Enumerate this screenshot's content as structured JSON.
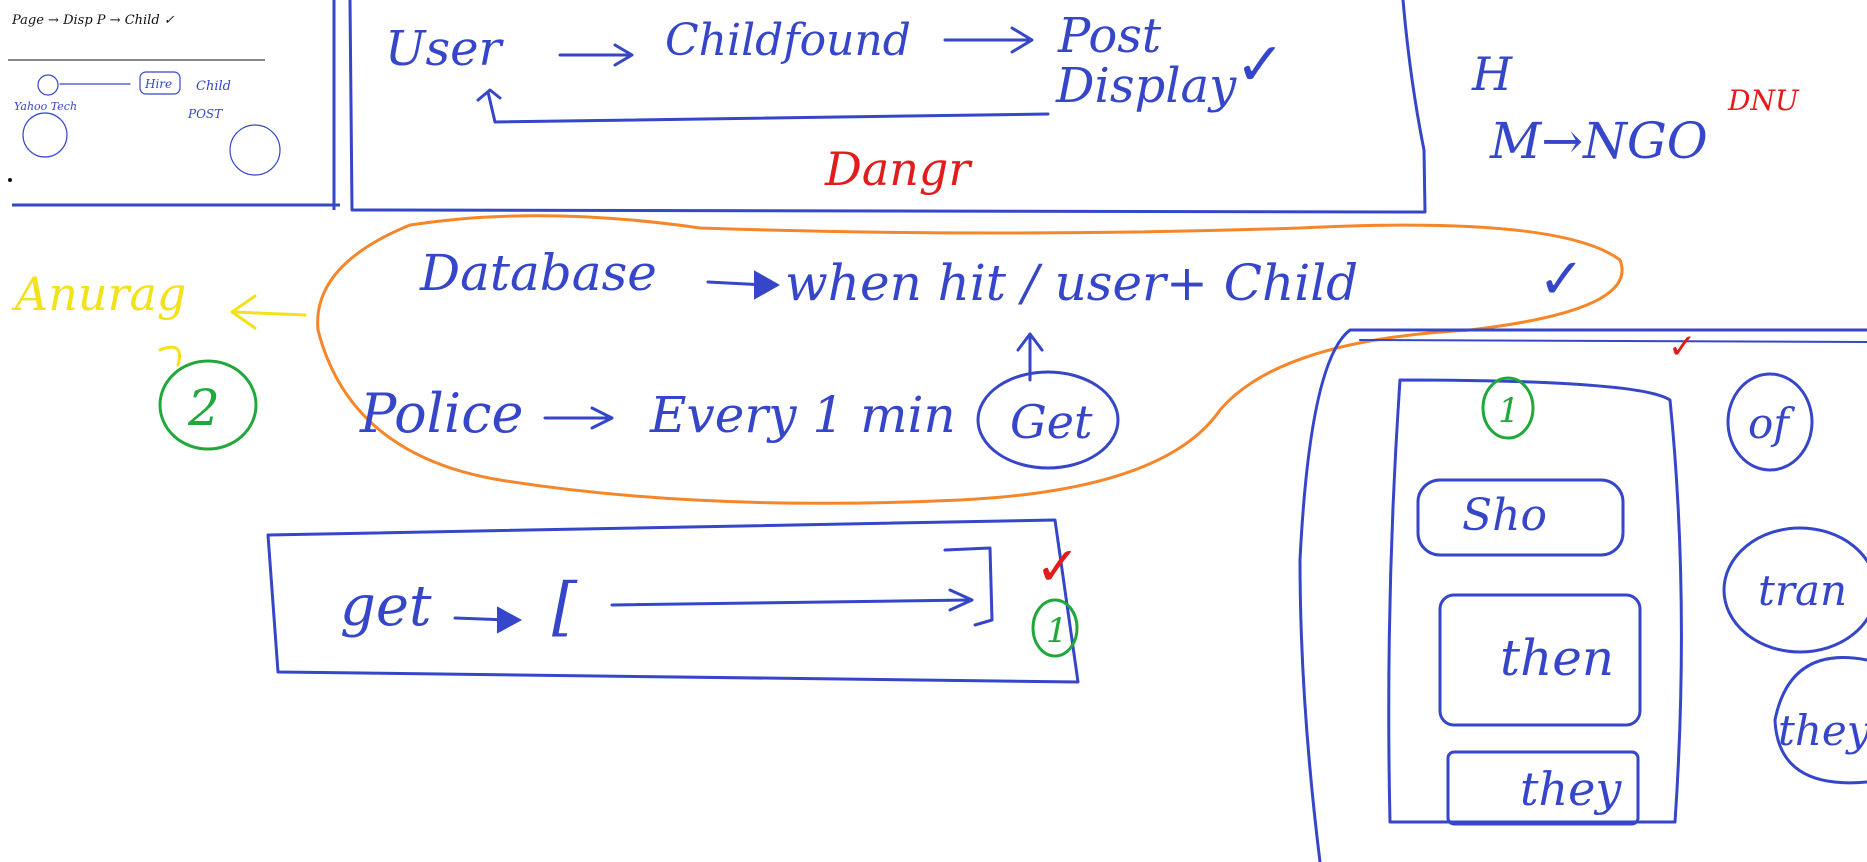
{
  "colors": {
    "blue": "#3546c8",
    "red": "#e21c1c",
    "orange": "#f5862a",
    "green": "#21a83a",
    "yellow": "#f2e21a",
    "black": "#111111"
  },
  "thumbnail": {
    "line1": "Page → Disp P → Child ✓",
    "items": [
      "Yahoo Tech",
      "Hire",
      "Child",
      "POST"
    ]
  },
  "top_flow": {
    "user": "User",
    "childfound": "Childfound",
    "post": "Post",
    "display": "Display",
    "check": "✓",
    "danger": "Dangr"
  },
  "right_top": {
    "h": "H",
    "mongo": "M→NGO",
    "dnu": "DNU"
  },
  "middle": {
    "database": "Database",
    "when_hit": "when hit / user+ Child",
    "check": "✓",
    "police": "Police",
    "every": "Every 1 min",
    "get": "Get"
  },
  "left": {
    "anurag": "Anurag",
    "number": "2"
  },
  "get_box": {
    "get": "get",
    "bracket": "[",
    "number": "1",
    "check": "✓"
  },
  "right_panel": {
    "number": "1",
    "items": [
      "Sho",
      "then",
      "they"
    ],
    "circles": [
      "of",
      "tran",
      "they"
    ],
    "check": "✓"
  }
}
